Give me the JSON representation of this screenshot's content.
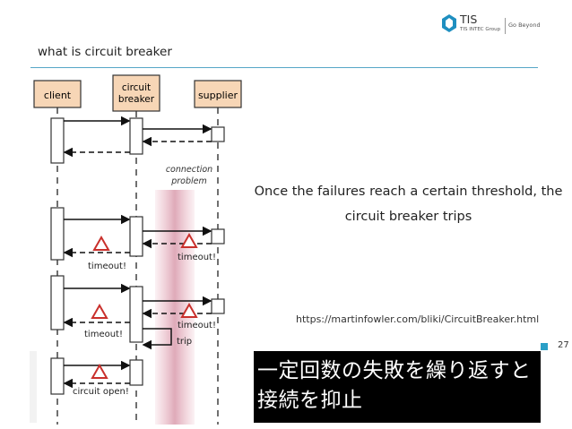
{
  "slide": {
    "title": "what is circuit breaker",
    "logo": {
      "name": "TIS",
      "group": "TIS INTEC Group",
      "tagline": "Go Beyond"
    },
    "diagram": {
      "participants": [
        "client",
        "circuit\nbreaker",
        "supplier"
      ],
      "annotation_problem": "connection\nproblem",
      "timeout_label": "timeout!",
      "trip_label": "trip",
      "circuit_open_label": "circuit open!"
    },
    "quote": "Once the failures reach a certain threshold, the circuit breaker trips",
    "url": "https://martinfowler.com/bliki/CircuitBreaker.html",
    "page_number": "27",
    "japanese_caption": "一定回数の失敗を繰り返すと接続を抑止"
  },
  "colors": {
    "accent": "#2a9fc7",
    "participant_fill": "#f7d6b6",
    "warning": "#c9302c",
    "problem_band": "#e6a6b6"
  }
}
